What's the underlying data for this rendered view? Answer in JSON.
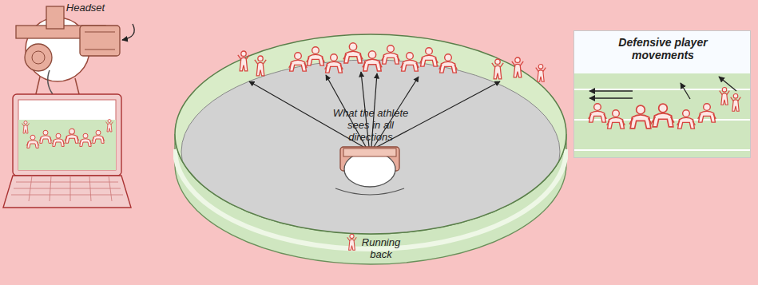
{
  "diagram": {
    "nodes": [
      {
        "text": [
          "What the athlete sees in all directions"
        ]
      },
      {
        "text": [
          "Defensive player movements"
        ]
      }
    ],
    "labels": [
      "Headset",
      "Running back"
    ]
  }
}
